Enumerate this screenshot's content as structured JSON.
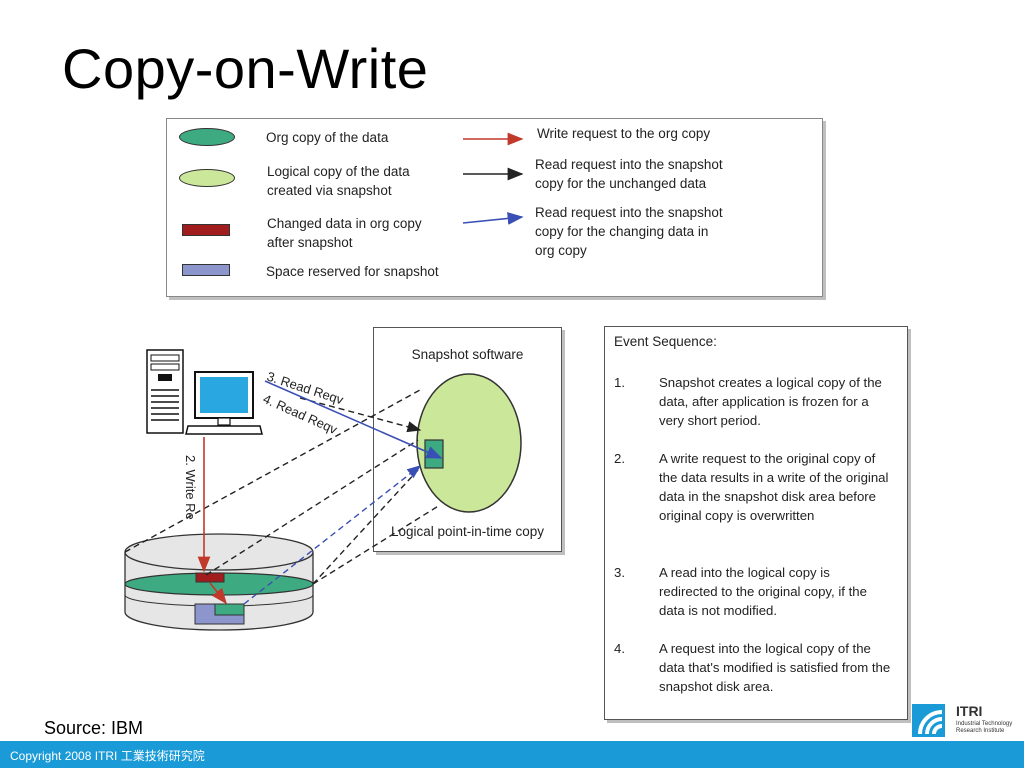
{
  "slide": {
    "title": "Copy-on-Write",
    "source": "Source: IBM",
    "footer": "Copyright 2008 ITRI 工業技術研究院"
  },
  "legend": {
    "items": [
      {
        "label_1": "Org copy of the data",
        "label_2": ""
      },
      {
        "label_1": "Logical copy of the data",
        "label_2": "created via snapshot"
      },
      {
        "label_1": "Changed data in org copy",
        "label_2": "after snapshot"
      },
      {
        "label_1": "Space reserved for snapshot",
        "label_2": ""
      }
    ],
    "arrows": [
      {
        "line_1": "Write request to the org copy",
        "line_2": "",
        "line_3": ""
      },
      {
        "line_1": "Read request into the snapshot",
        "line_2": "copy for the unchanged data",
        "line_3": ""
      },
      {
        "line_1": "Read request into the snapshot",
        "line_2": "copy for the changing data in",
        "line_3": "org copy"
      }
    ]
  },
  "diagram": {
    "snapshot_title": "Snapshot software",
    "snapshot_caption": "Logical point-in-time copy",
    "label_read3": "3. Read Reqv",
    "label_read4": "4. Read Reqv",
    "label_write": "2. Write Re"
  },
  "events": {
    "heading": "Event Sequence:",
    "items": [
      {
        "num": "1.",
        "text": "Snapshot creates a logical copy of the data, after application is frozen for a very short period."
      },
      {
        "num": "2.",
        "text": "A write request to the original copy of the data results in a write of the original data in the snapshot disk area before original copy is overwritten"
      },
      {
        "num": "3.",
        "text": "A read into the logical copy is redirected to the original copy, if the data is not modified."
      },
      {
        "num": "4.",
        "text": "A request into the logical copy of the data that's modified is satisfied from the snapshot disk area."
      }
    ]
  },
  "logo": {
    "name": "ITRI",
    "subtitle": "Industrial Technology Research Institute"
  },
  "colors": {
    "org_copy": "#3eaa82",
    "logical_copy": "#cbe89a",
    "changed_data": "#a11d1d",
    "reserved_space": "#8c96cc",
    "write_arrow": "#c0392b",
    "read_unchanged_arrow": "#222222",
    "read_changing_arrow": "#3a4fb5",
    "footer_bar": "#1a9ad6"
  }
}
